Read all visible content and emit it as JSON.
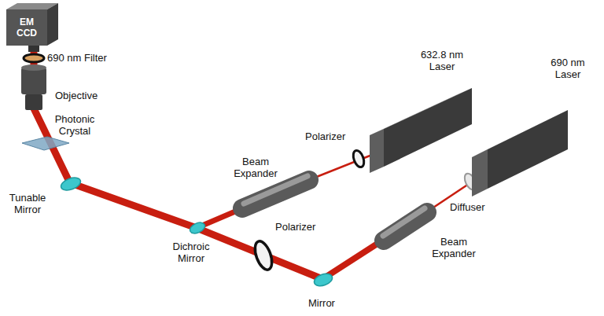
{
  "diagram": {
    "nodes": [
      {
        "text": [
          "EM CCD"
        ]
      }
    ],
    "labels": [
      "690 nm Filter",
      "Objective",
      "Photonic Crystal",
      "Tunable Mirror",
      "632.8 nm Laser",
      "Polarizer",
      "Beam Expander",
      "690 nm Laser",
      "Diffuser",
      "Dichroic Mirror",
      "Polarizer",
      "Beam Expander",
      "Mirror"
    ]
  }
}
